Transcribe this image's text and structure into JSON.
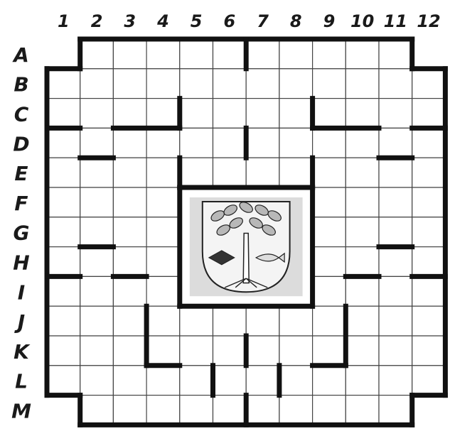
{
  "puzzle": {
    "column_labels": [
      "1",
      "2",
      "3",
      "4",
      "5",
      "6",
      "7",
      "8",
      "9",
      "10",
      "11",
      "12"
    ],
    "row_labels": [
      "A",
      "B",
      "C",
      "D",
      "E",
      "F",
      "G",
      "H",
      "I",
      "J",
      "K",
      "L",
      "M"
    ],
    "grid": {
      "columns": 12,
      "rows": 13
    },
    "center_image": {
      "name": "coat-of-arms",
      "description_visible": false
    }
  },
  "colors": {
    "background": "#ffffff",
    "grid_line": "#444444",
    "wall": "#111111",
    "emblem_bg": "#dcdcdc"
  }
}
